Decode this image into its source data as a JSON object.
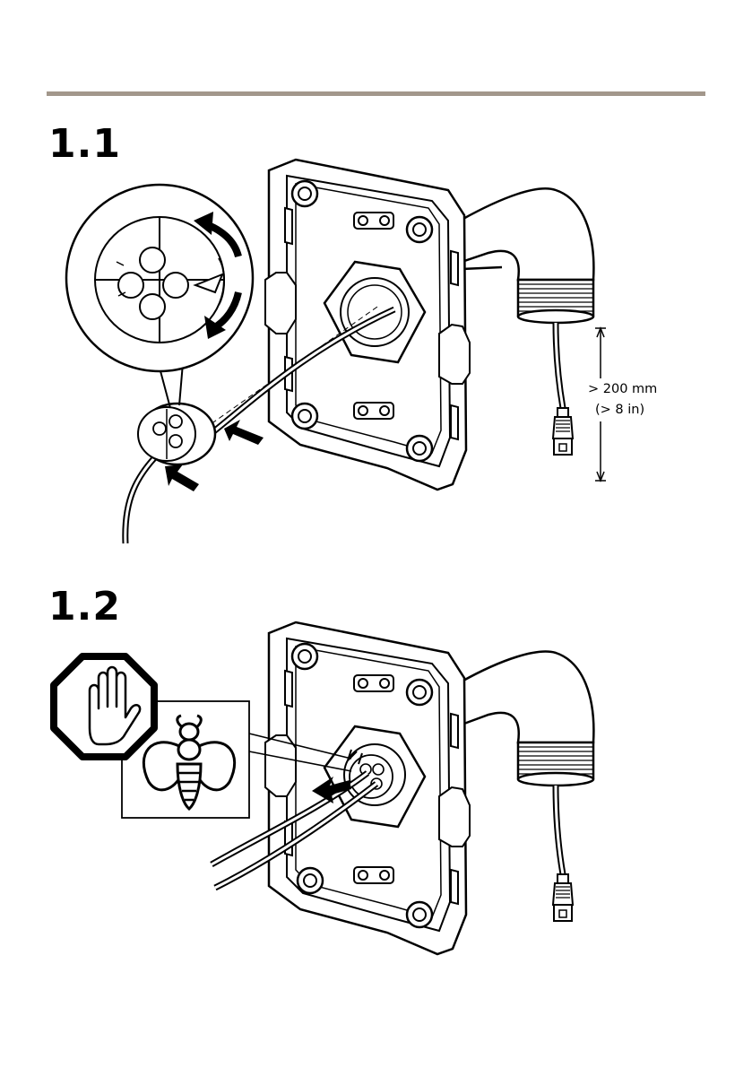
{
  "steps": [
    {
      "label": "1.1"
    },
    {
      "label": "1.2"
    }
  ],
  "dimension": {
    "metric": "> 200 mm",
    "imperial": "(> 8 in)"
  },
  "icons": {
    "stop": "stop-hand-icon",
    "insect": "insect-icon"
  },
  "colors": {
    "rule": "#a2978b",
    "line": "#000000",
    "fill": "#ffffff"
  }
}
